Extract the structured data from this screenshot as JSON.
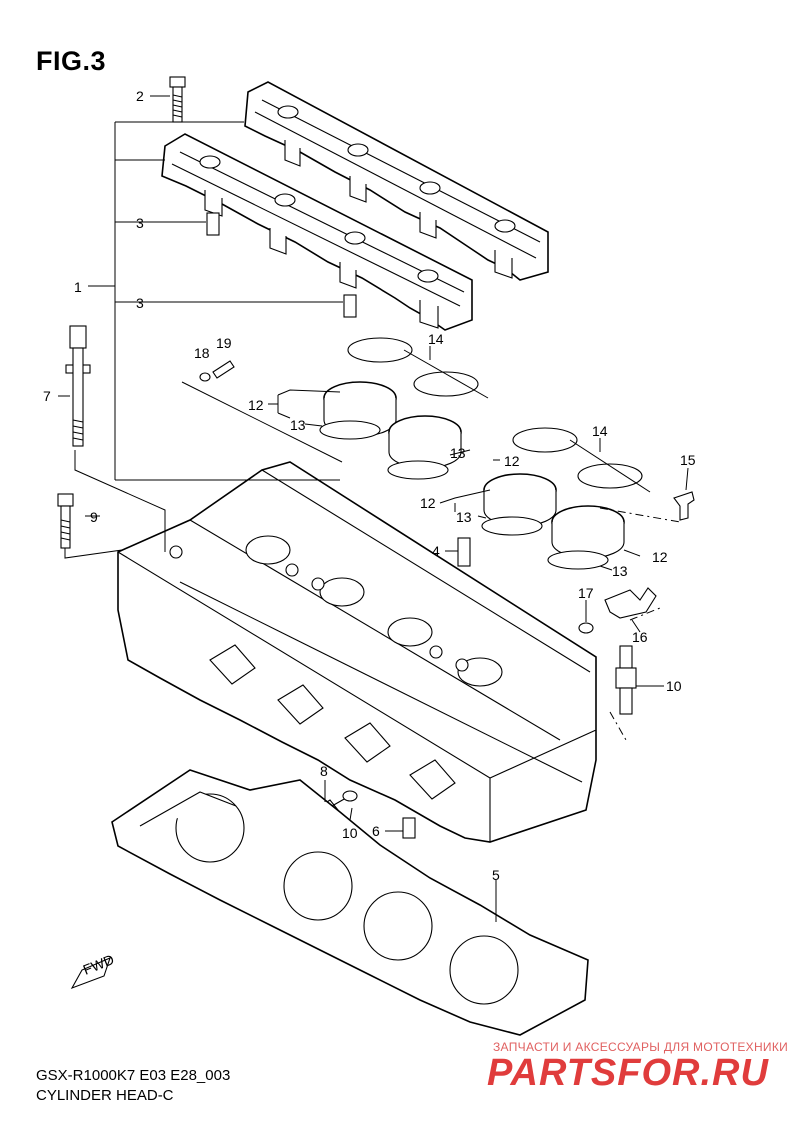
{
  "figure": {
    "title": "FIG.3",
    "model_code": "GSX-R1000K7 E03 E28_003",
    "section_name": "CYLINDER HEAD-C"
  },
  "watermark": {
    "tagline": "ЗАПЧАСТИ И АКСЕССУАРЫ ДЛЯ МОТОТЕХНИКИ",
    "brand": "PARTSFOR.RU",
    "color": "#e03c3c"
  },
  "direction_marker": {
    "label": "FWD",
    "icon": "arrow-left-down-icon"
  },
  "callouts": [
    {
      "id": "c1",
      "number": "1"
    },
    {
      "id": "c2",
      "number": "2"
    },
    {
      "id": "c3a",
      "number": "3"
    },
    {
      "id": "c3b",
      "number": "3"
    },
    {
      "id": "c4",
      "number": "4"
    },
    {
      "id": "c5",
      "number": "5"
    },
    {
      "id": "c6",
      "number": "6"
    },
    {
      "id": "c7",
      "number": "7"
    },
    {
      "id": "c8",
      "number": "8"
    },
    {
      "id": "c9",
      "number": "9"
    },
    {
      "id": "c10",
      "number": "10"
    },
    {
      "id": "c11",
      "number": "11"
    },
    {
      "id": "c12a",
      "number": "12"
    },
    {
      "id": "c12b",
      "number": "12"
    },
    {
      "id": "c12c",
      "number": "12"
    },
    {
      "id": "c12d",
      "number": "12"
    },
    {
      "id": "c13a",
      "number": "13"
    },
    {
      "id": "c13b",
      "number": "13"
    },
    {
      "id": "c13c",
      "number": "13"
    },
    {
      "id": "c13d",
      "number": "13"
    },
    {
      "id": "c14a",
      "number": "14"
    },
    {
      "id": "c14b",
      "number": "14"
    },
    {
      "id": "c15",
      "number": "15"
    },
    {
      "id": "c16",
      "number": "16"
    },
    {
      "id": "c17",
      "number": "17"
    },
    {
      "id": "c18",
      "number": "18"
    },
    {
      "id": "c19",
      "number": "19"
    }
  ]
}
